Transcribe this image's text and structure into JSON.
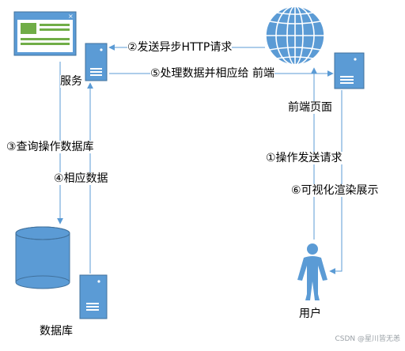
{
  "nodes": {
    "service_label": "服务",
    "frontend_label": "前端页面",
    "database_label": "数据库",
    "user_label": "用户"
  },
  "edges": {
    "step1": "①操作发送请求",
    "step2": "②发送异步HTTP请求",
    "step3": "③查询操作数据库",
    "step4": "④相应数据",
    "step5": "⑤处理数据并相应给 前端",
    "step6": "⑥可视化渲染展示"
  },
  "watermark": "CSDN @星川皆无恙",
  "colors": {
    "primary": "#5b9bd5",
    "stroke": "#41719c",
    "line": "#5b9bd5",
    "window_panel": "#70ad47"
  }
}
